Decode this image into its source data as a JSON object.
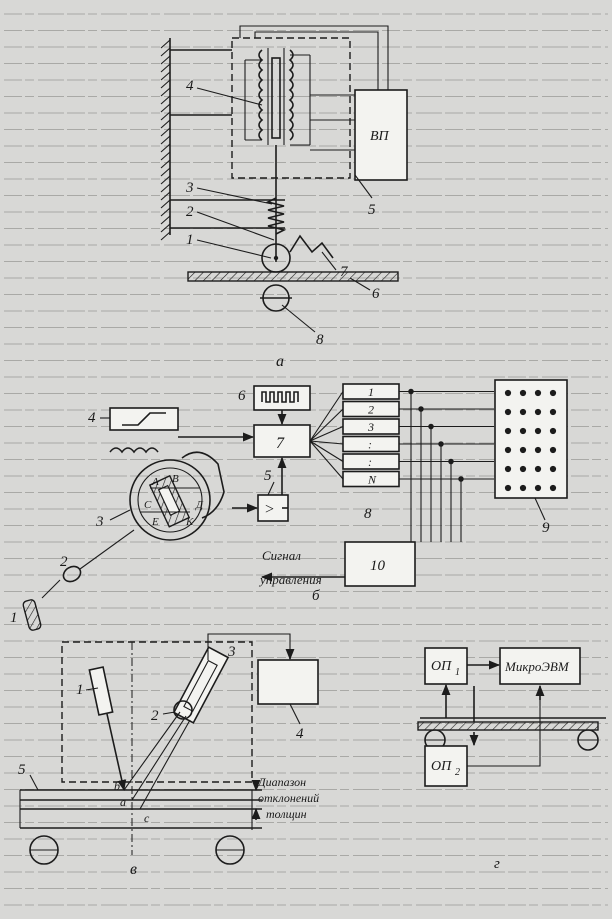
{
  "diagram_a": {
    "vp_label": "ВП",
    "callouts": [
      "4",
      "3",
      "2",
      "1",
      "5",
      "7",
      "6",
      "8"
    ],
    "caption": "а"
  },
  "diagram_b": {
    "callouts": [
      "4",
      "6",
      "7",
      "3",
      "2",
      "1",
      "5",
      "10",
      "8",
      "9"
    ],
    "channel_labels": [
      "1",
      "2",
      "3",
      ":",
      ":",
      "N"
    ],
    "sensor_letters": [
      "А",
      "В",
      "С",
      "Д",
      "Е",
      "К"
    ],
    "comparator_symbol": ">",
    "control_signal_line1": "Сигнал",
    "control_signal_line2": "управления",
    "caption": "б"
  },
  "diagram_v": {
    "callouts": [
      "1",
      "2",
      "3",
      "4",
      "5"
    ],
    "point_labels": [
      "b",
      "a",
      "c"
    ],
    "range_line1": "Диапазон",
    "range_line2": "отклонений",
    "range_line3": "толщин",
    "caption": "в"
  },
  "diagram_g": {
    "op1_label": "ОП",
    "op1_sub": "1",
    "op2_label": "ОП",
    "op2_sub": "2",
    "computer_label": "МикроЭВМ",
    "caption": "г"
  },
  "colors": {
    "ink": "#1c1c1c",
    "paper": "#d8d8d6",
    "block": "#f3f3f0"
  }
}
